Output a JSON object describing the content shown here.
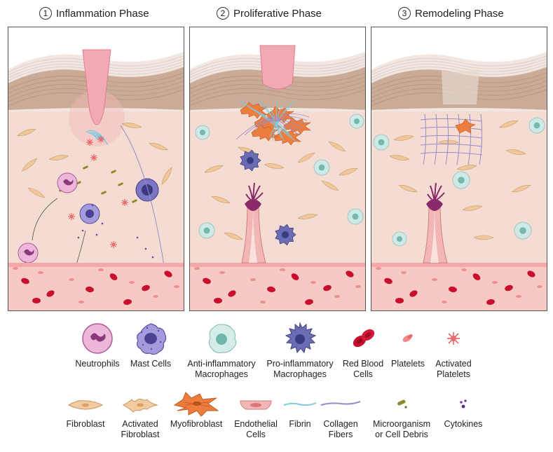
{
  "phases": [
    {
      "number": "1",
      "title": "Inflammation Phase"
    },
    {
      "number": "2",
      "title": "Proliferative Phase"
    },
    {
      "number": "3",
      "title": "Remodeling Phase"
    }
  ],
  "legend_row1": [
    {
      "label": "Neutrophils",
      "icon": "neutrophil-icon"
    },
    {
      "label": "Mast Cells",
      "icon": "mast-cell-icon"
    },
    {
      "label": "Anti-inflammatory\nMacrophages",
      "icon": "anti-inflammatory-macrophage-icon"
    },
    {
      "label": "Pro-inflammatory\nMacrophages",
      "icon": "pro-inflammatory-macrophage-icon"
    },
    {
      "label": "Red Blood\nCells",
      "icon": "red-blood-cell-icon"
    },
    {
      "label": "Platelets",
      "icon": "platelet-icon"
    },
    {
      "label": "Activated\nPlatelets",
      "icon": "activated-platelet-icon"
    }
  ],
  "legend_row2": [
    {
      "label": "Fibroblast",
      "icon": "fibroblast-icon"
    },
    {
      "label": "Activated\nFibroblast",
      "icon": "activated-fibroblast-icon"
    },
    {
      "label": "Myofibroblast",
      "icon": "myofibroblast-icon"
    },
    {
      "label": "Endothelial\nCells",
      "icon": "endothelial-cell-icon"
    },
    {
      "label": "Fibrin",
      "icon": "fibrin-icon"
    },
    {
      "label": "Collagen\nFibers",
      "icon": "collagen-fiber-icon"
    },
    {
      "label": "Microorganism\nor Cell Debris",
      "icon": "microorganism-icon"
    },
    {
      "label": "Cytokines",
      "icon": "cytokine-icon"
    }
  ],
  "colors": {
    "skin_top": "#f1e6e0",
    "dermis": "#c9ab97",
    "tissue": "#f4dcd3",
    "vessel": "#f7c9c4",
    "wound": "#f2a9b6",
    "rbc": "#c8102e",
    "neutrophil": "#e9a6d2",
    "mast": "#8e86cc",
    "macrophage_anti": "#cfe9e6",
    "macrophage_pro": "#5a5aa3",
    "fibroblast": "#f0c79a",
    "myofibroblast": "#e8743b",
    "fibrin": "#7fc8e0",
    "collagen": "#9a8bc5"
  }
}
